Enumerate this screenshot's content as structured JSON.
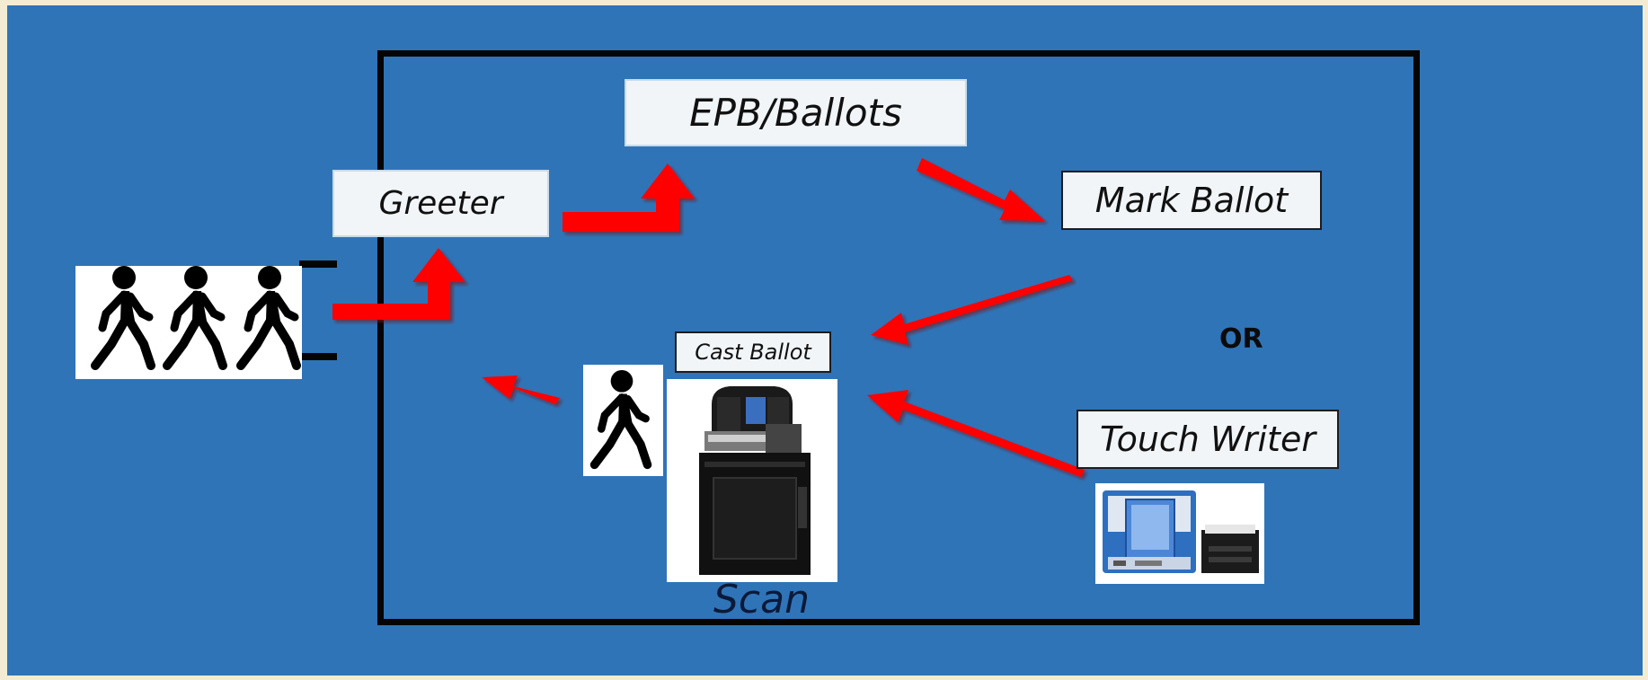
{
  "labels": {
    "greeter": "Greeter",
    "epb_ballots": "EPB/Ballots",
    "mark_ballot": "Mark Ballot",
    "cast_ballot": "Cast Ballot",
    "touch_writer": "Touch Writer",
    "or": "OR",
    "scan": "Scan"
  },
  "colors": {
    "background": "#2f74b7",
    "arrow": "#ff0000",
    "frame": "#050505",
    "label_fill": "#f1f5f8"
  },
  "icons": [
    "walking-person-icon",
    "ballot-scanner-image",
    "touch-writer-image"
  ]
}
